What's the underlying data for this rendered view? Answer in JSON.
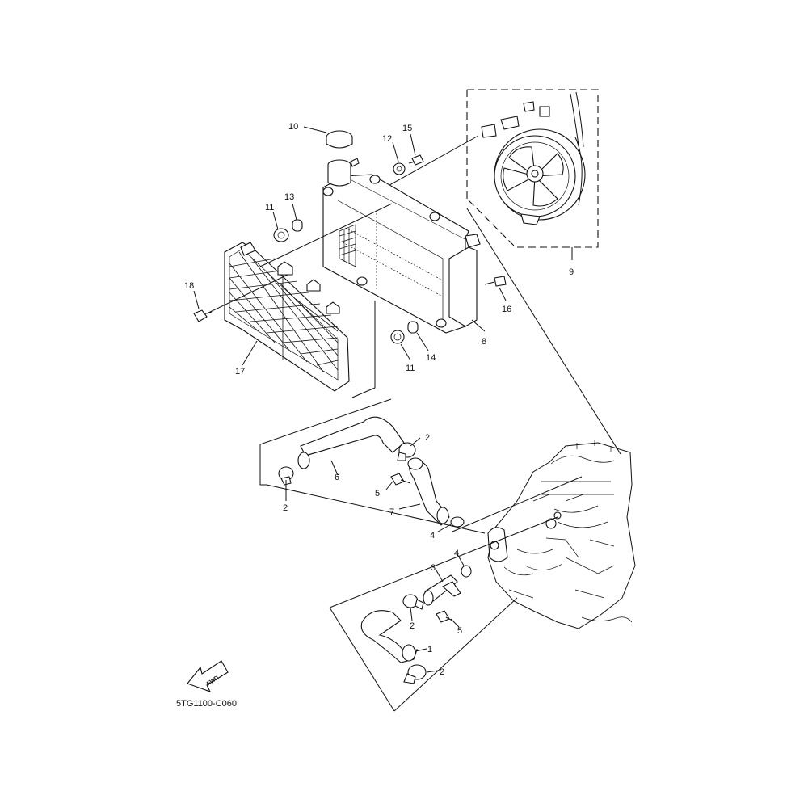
{
  "diagram": {
    "code": "5TG1100-C060",
    "fwd_label": "FWD",
    "callouts": {
      "c1": "1",
      "c2a": "2",
      "c2b": "2",
      "c2c": "2",
      "c2d": "2",
      "c3": "3",
      "c4a": "4",
      "c4b": "4",
      "c5a": "5",
      "c5b": "5",
      "c6": "6",
      "c7": "7",
      "c8": "8",
      "c9": "9",
      "c10": "10",
      "c11a": "11",
      "c11b": "11",
      "c12": "12",
      "c13": "13",
      "c14": "14",
      "c15": "15",
      "c16": "16",
      "c17": "17",
      "c18": "18"
    }
  }
}
